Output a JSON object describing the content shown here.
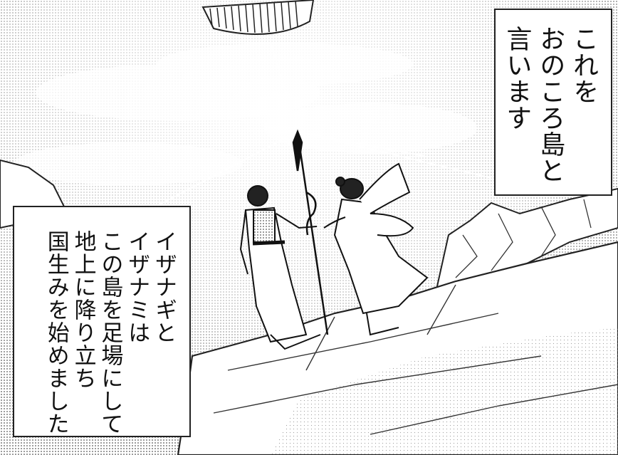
{
  "captions": {
    "top_right": {
      "lines": [
        "これを",
        "おのころ島と",
        "言います"
      ]
    },
    "bottom_left": {
      "lines": [
        "イザナギと",
        "イザナミは",
        "この島を足場にして",
        "地上に降り立ち",
        "国生みを始めました"
      ]
    }
  },
  "colors": {
    "ink": "#111111",
    "paper": "#ffffff",
    "screentone": "#8a8a8a"
  }
}
